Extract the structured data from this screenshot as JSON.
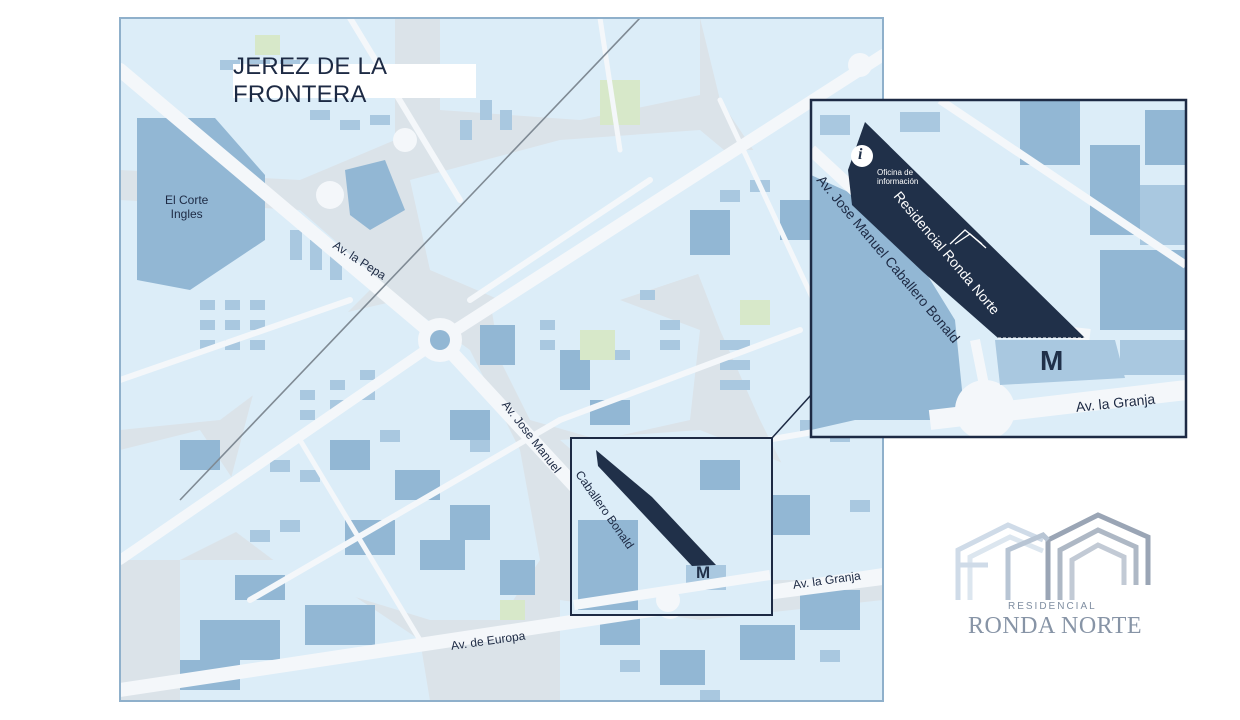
{
  "map": {
    "title": "JEREZ DE LA FRONTERA",
    "streets": {
      "av_la_pepa": "Av. la Pepa",
      "av_jose_manuel": "Av. Jose Manuel",
      "caballero_bonald": "Caballero Bonald",
      "av_la_granja": "Av. la Granja",
      "av_de_europa": "Av. de Europa"
    },
    "landmarks": {
      "el_corte_ingles_line1": "El Corte",
      "el_corte_ingles_line2": "Ingles"
    },
    "marker_glyph": "M"
  },
  "inset": {
    "info_icon_glyph": "i",
    "info_line1": "Oficina de",
    "info_line2": "información",
    "property_name": "Residencial Ronda Norte",
    "street_name": "Av. Jose Manuel Caballero Bonald",
    "av_la_granja": "Av. la Granja",
    "marker_glyph": "M"
  },
  "logo": {
    "subtitle": "RESIDENCIAL",
    "name": "RONDA NORTE"
  },
  "colors": {
    "water_block": "#8fb4d2",
    "light_block": "#dfeef8",
    "road": "#f3f7fa",
    "property": "#203049",
    "marker": "#203049",
    "frame": "#8fb0cb"
  }
}
